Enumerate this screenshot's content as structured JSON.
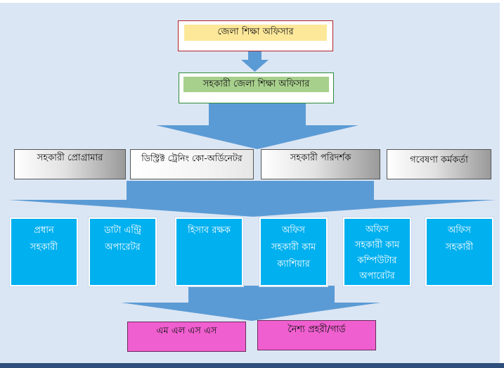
{
  "colors": {
    "background": "#dbe6f4",
    "arrow": "#5b9bd5",
    "top_fill": "#fde89a",
    "top_border": "#b0202a",
    "second_fill": "#a8d08d",
    "second_border": "#2e8b3a",
    "blue_box": "#00b0ef",
    "pink_box": "#f05fd0",
    "footer_bar": "#2e4f7c"
  },
  "level1": {
    "title": "জেলা শিক্ষা অফিসার"
  },
  "level2": {
    "title": "সহকারী জেলা শিক্ষা অফিসার"
  },
  "level3": {
    "items": [
      "সহকারী প্রোগ্রামার",
      "ডিস্ট্রিক্ট ট্রেনিং কো-অর্ডিনেটর",
      "সহকারী পরিদর্শক",
      "গবেষণা কর্মকর্তা"
    ]
  },
  "level4": {
    "items": [
      [
        "প্রধান",
        "সহকারী"
      ],
      [
        "ডাটা এন্ট্রি",
        "অপারেটর"
      ],
      [
        "হিসাব রক্ষক"
      ],
      [
        "অফিস",
        "সহকারী কাম",
        "ক্যাশিয়ার"
      ],
      [
        "অফিস",
        "সহকারী কাম",
        "কম্পিউটার",
        "অপারেটর"
      ],
      [
        "অফিস",
        "সহকারী"
      ]
    ]
  },
  "level5": {
    "items": [
      "এম এল এস এস",
      "নৈশ্য প্রহরী/গার্ড"
    ]
  }
}
